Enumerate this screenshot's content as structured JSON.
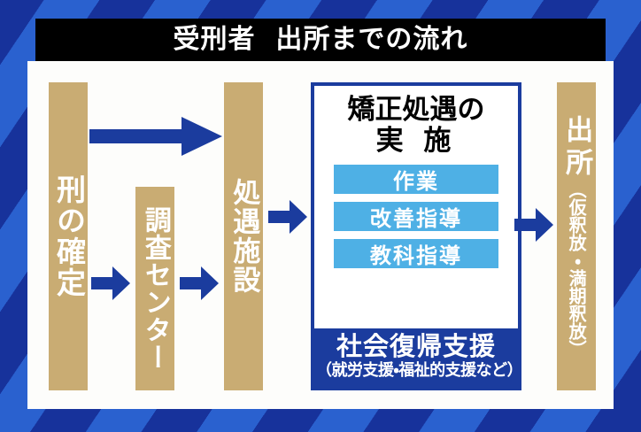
{
  "header": {
    "title": "受刑者  出所までの流れ",
    "title_bg": "#000000",
    "title_color": "#ffffff"
  },
  "theme": {
    "stripe_dark": "#17329b",
    "stripe_light": "#2a61cf",
    "card_bg": "#fdfdfb",
    "step_box": "#c9ac73",
    "accent_blue": "#1b3c9e",
    "tag_blue": "#4eb0e5"
  },
  "flow": {
    "steps": [
      {
        "id": "kei-no-kakutei",
        "label": "刑の確定"
      },
      {
        "id": "chousa-center",
        "label": "調査センター"
      },
      {
        "id": "shoguu-shisetsu",
        "label": "処遇施設"
      }
    ],
    "release": {
      "id": "shussho",
      "label_main": "出所",
      "label_sub": "（仮釈放・満期釈放）"
    },
    "arrows": [
      {
        "id": "arrow-kei-to-shisetsu",
        "from": "刑の確定",
        "to": "処遇施設",
        "style": "long"
      },
      {
        "id": "arrow-kei-to-center",
        "from": "刑の確定",
        "to": "調査センター",
        "style": "short"
      },
      {
        "id": "arrow-center-to-shisetsu",
        "from": "調査センター",
        "to": "処遇施設",
        "style": "short"
      },
      {
        "id": "arrow-shisetsu-to-panel",
        "from": "処遇施設",
        "to": "矯正処遇の実施",
        "style": "short"
      },
      {
        "id": "arrow-panel-to-release",
        "from": "矯正処遇の実施",
        "to": "出所",
        "style": "short"
      }
    ]
  },
  "panel": {
    "heading_line1": "矯正処遇の",
    "heading_line2": "実 施",
    "tags": [
      {
        "id": "sagyou",
        "label": "作業"
      },
      {
        "id": "kaizen-shidou",
        "label": "改善指導"
      },
      {
        "id": "kyouka-shidou",
        "label": "教科指導"
      }
    ],
    "footer_main": "社会復帰支援",
    "footer_sub": "（就労支援・福祉的支援など）"
  }
}
